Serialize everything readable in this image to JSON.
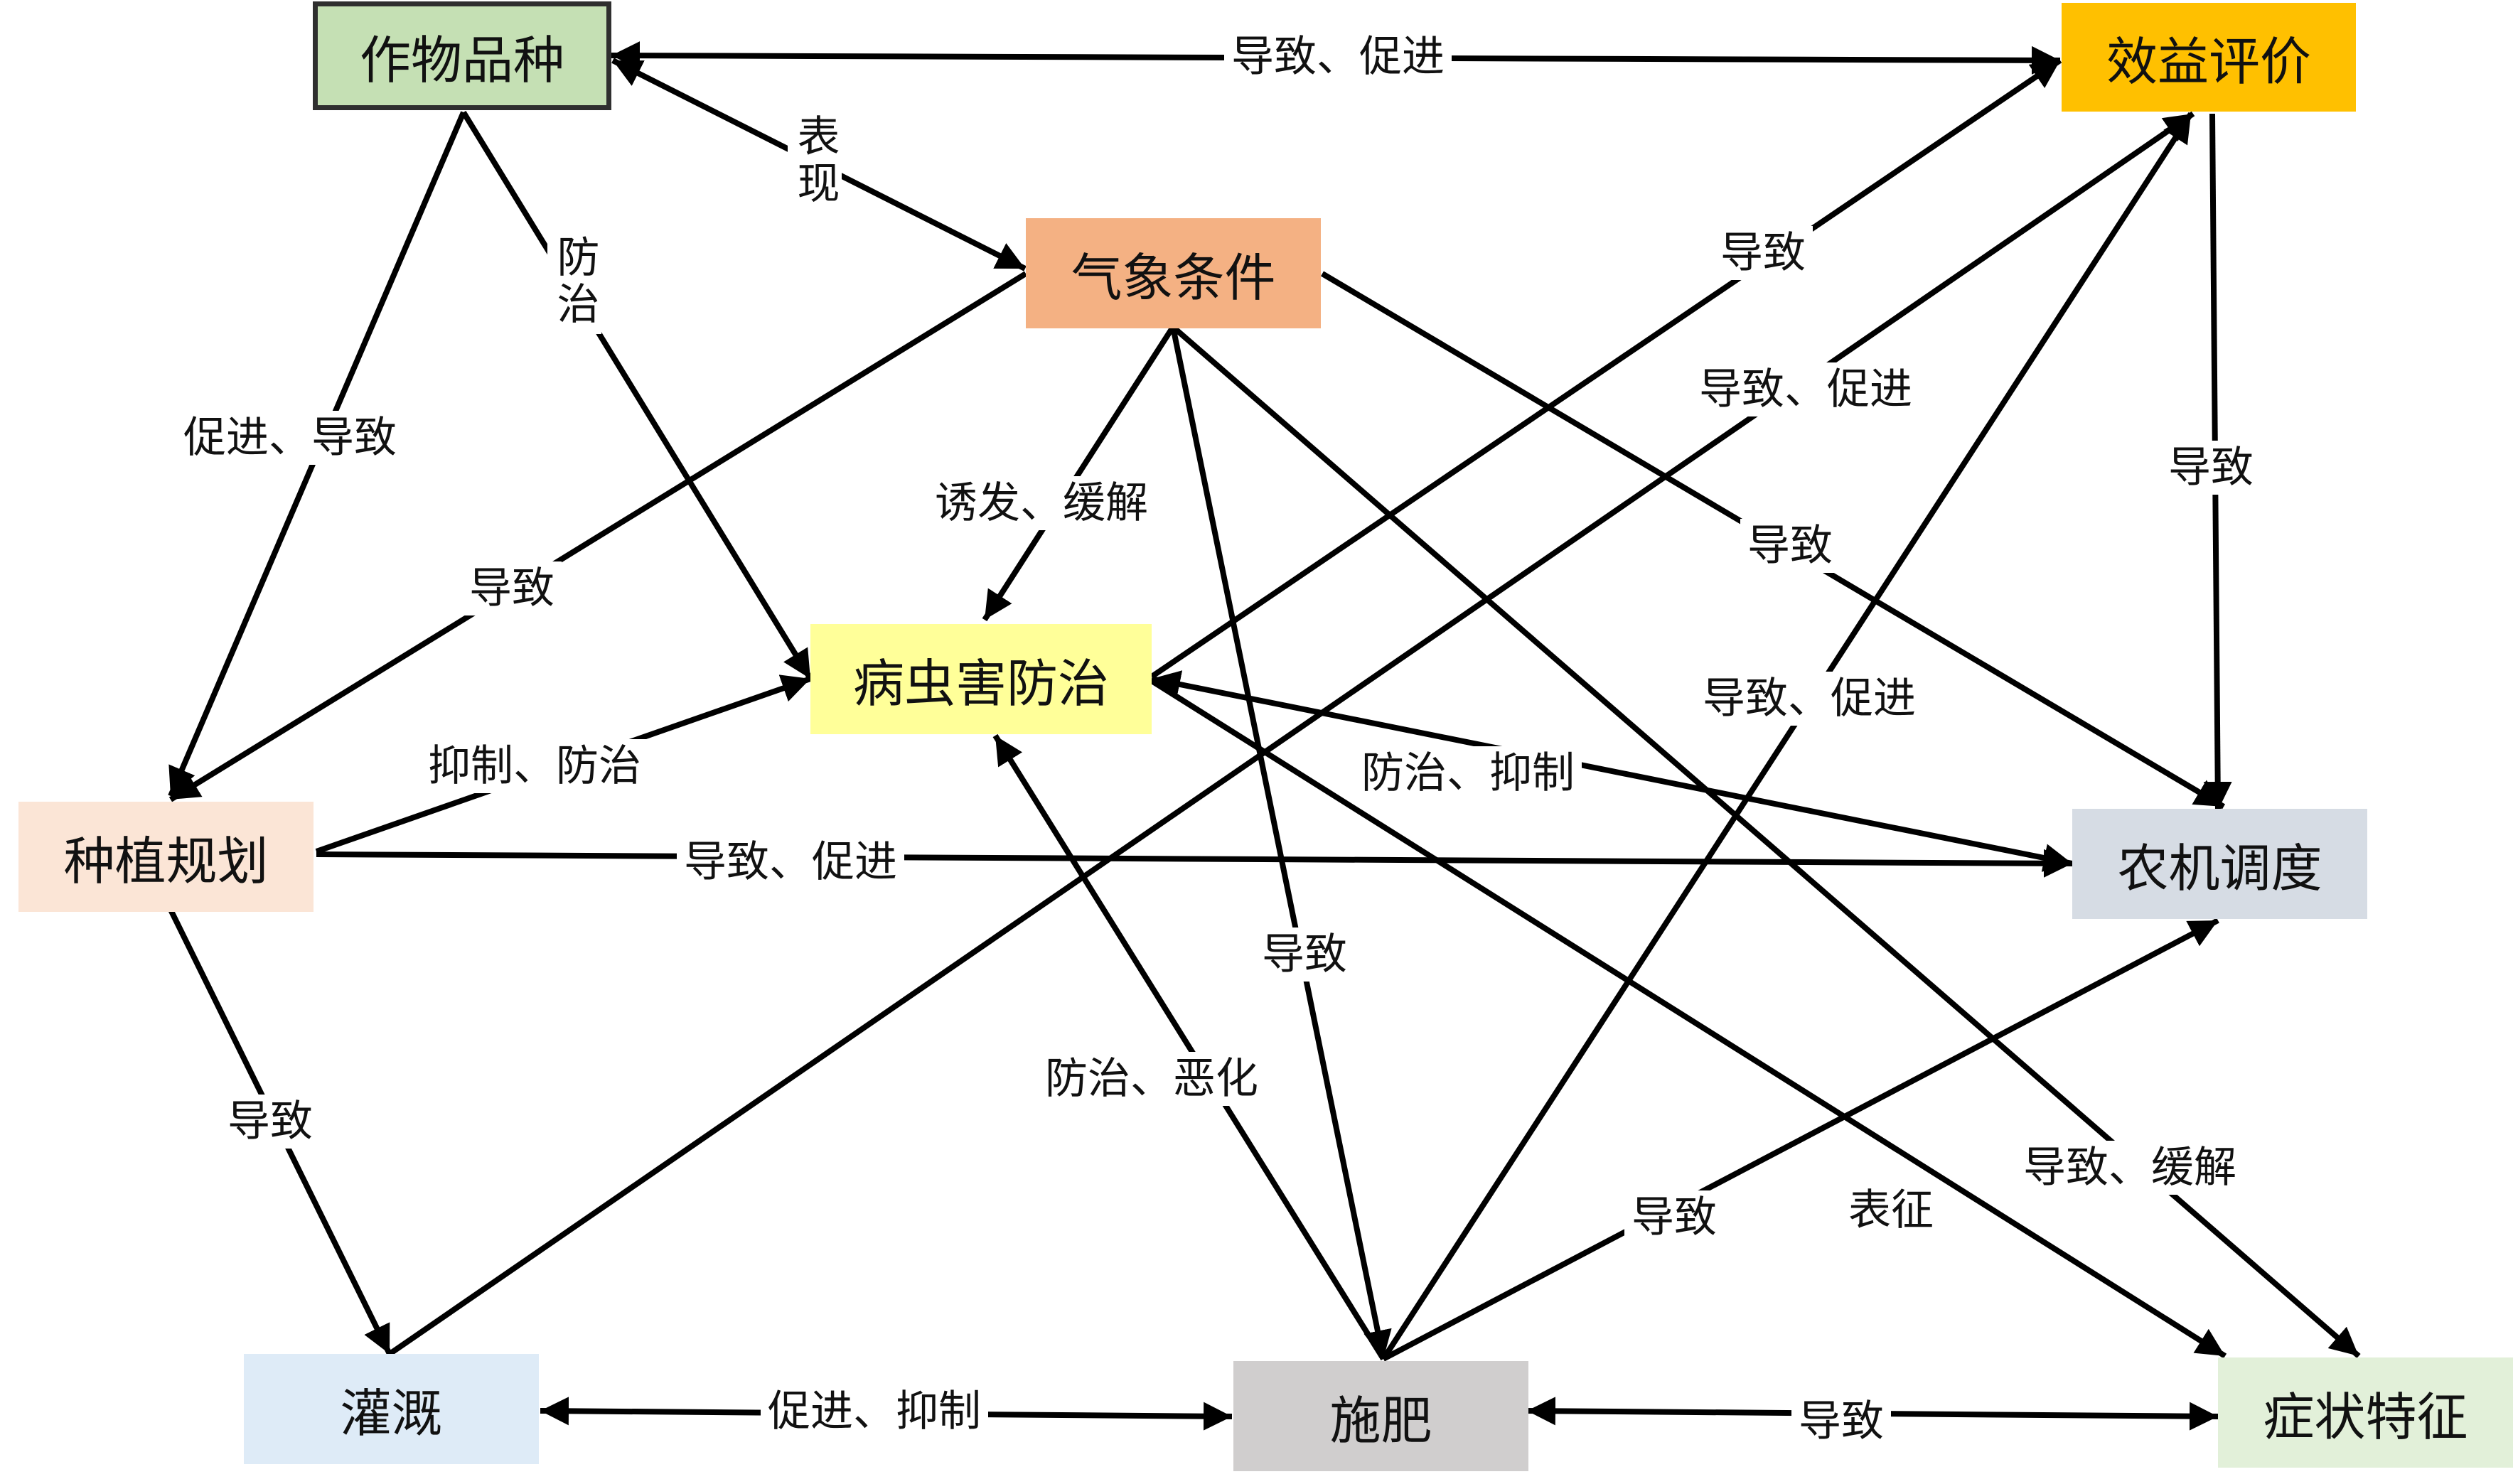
{
  "nodes": {
    "crop_variety": {
      "text": "作物品种",
      "fill": "#c5e0b4",
      "stroke": "#2f2f2f"
    },
    "benefit_eval": {
      "text": "效益评价",
      "fill": "#ffc000"
    },
    "weather": {
      "text": "气象条件",
      "fill": "#f4b183"
    },
    "pest_control": {
      "text": "病虫害防治",
      "fill": "#ffff99"
    },
    "planting_plan": {
      "text": "种植规划",
      "fill": "#fbe5d6"
    },
    "machinery": {
      "text": "农机调度",
      "fill": "#d6dce4"
    },
    "irrigation": {
      "text": "灌溉",
      "fill": "#deebf7"
    },
    "fertilize": {
      "text": "施肥",
      "fill": "#d0cece"
    },
    "symptoms": {
      "text": "症状特征",
      "fill": "#e2f0d9"
    }
  },
  "edges": [
    {
      "from": "crop_variety",
      "to": "benefit_eval",
      "label": "导致、促进",
      "bidirectional": true
    },
    {
      "from": "crop_variety",
      "to": "weather",
      "label": "表现",
      "bidirectional": true
    },
    {
      "from": "crop_variety",
      "to": "pest_control",
      "label": "防治"
    },
    {
      "from": "crop_variety",
      "to": "planting_plan",
      "label": "促进、导致"
    },
    {
      "from": "weather",
      "to": "planting_plan",
      "label": "导致"
    },
    {
      "from": "weather",
      "to": "pest_control",
      "label": "诱发、缓解"
    },
    {
      "from": "weather",
      "to": "machinery",
      "label": "导致"
    },
    {
      "from": "weather",
      "to": "fertilize",
      "label": "导致"
    },
    {
      "from": "weather",
      "to": "symptoms",
      "label": "导致、缓解"
    },
    {
      "from": "pest_control",
      "to": "benefit_eval",
      "label": "导致"
    },
    {
      "from": "pest_control",
      "to": "machinery",
      "label": "防治、抑制",
      "bidirectional": true
    },
    {
      "from": "pest_control",
      "to": "symptoms",
      "label": "表征"
    },
    {
      "from": "planting_plan",
      "to": "pest_control",
      "label": "抑制、防治"
    },
    {
      "from": "planting_plan",
      "to": "machinery",
      "label": "导致、促进"
    },
    {
      "from": "planting_plan",
      "to": "irrigation",
      "label": "导致"
    },
    {
      "from": "irrigation",
      "to": "benefit_eval",
      "label": "导致、促进"
    },
    {
      "from": "irrigation",
      "to": "fertilize",
      "label": "促进、抑制",
      "bidirectional": true
    },
    {
      "from": "fertilize",
      "to": "benefit_eval",
      "label": "导致、促进"
    },
    {
      "from": "fertilize",
      "to": "pest_control",
      "label": "防治、恶化"
    },
    {
      "from": "fertilize",
      "to": "machinery",
      "label": "导致"
    },
    {
      "from": "fertilize",
      "to": "symptoms",
      "label": "导致",
      "bidirectional": true
    },
    {
      "from": "benefit_eval",
      "to": "machinery",
      "label": "导致"
    }
  ]
}
